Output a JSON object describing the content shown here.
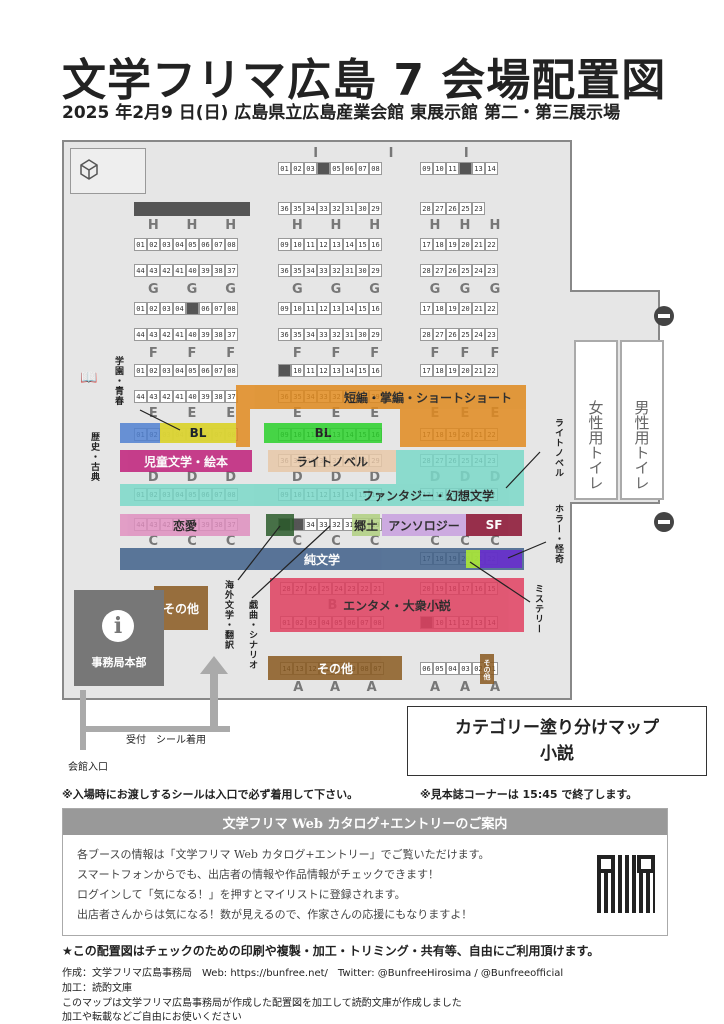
{
  "header": {
    "title": "文学フリマ広島 7 会場配置図",
    "subtitle": "2025 年2月9 日(日) 広島県立広島産業会館 東展示館 第二・第三展示場"
  },
  "map": {
    "rows": [
      {
        "letters": [
          "I",
          "I",
          "I"
        ],
        "top_nums": [
          [
            "01",
            "02",
            "03",
            "",
            "05",
            "06",
            "07",
            "08"
          ],
          [
            "09",
            "10",
            "11",
            "",
            "13",
            "14"
          ]
        ]
      },
      {
        "letters": [
          "H",
          "H",
          "H"
        ]
      },
      {
        "letters": [
          "G",
          "G",
          "G"
        ]
      },
      {
        "letters": [
          "F",
          "F",
          "F"
        ]
      },
      {
        "letters": [
          "E",
          "E",
          "E"
        ]
      },
      {
        "letters": [
          "D",
          "D",
          "D"
        ]
      },
      {
        "letters": [
          "C",
          "C",
          "C"
        ]
      },
      {
        "letters": [
          "B",
          "B"
        ]
      },
      {
        "letters": [
          "A",
          "A",
          "A"
        ]
      }
    ],
    "categories": {
      "short": "短編・掌編・ショートショート",
      "bl1": "BL",
      "bl2": "BL",
      "kids": "児童文学・絵本",
      "lightnovel": "ライトノベル",
      "fantasy": "ファンタジー・幻想文学",
      "romance": "恋愛",
      "local": "郷土",
      "anthology": "アンソロジー",
      "sf": "SF",
      "literary": "純文学",
      "entame": "エンタメ・大衆小説",
      "other1": "その他",
      "other2": "その他",
      "other3": "その他"
    },
    "side_labels": {
      "school": "学園・青春",
      "history": "歴史・古典",
      "foreign": "海外文学・翻訳",
      "drama": "戯曲・シナリオ",
      "lightnovel_side": "ライトノベル",
      "horror": "ホラー・怪奇",
      "mystery": "ミステリー"
    },
    "info_label": "事務局本部",
    "info_icon": "i",
    "reception": "受付　シール着用",
    "entrance": "会館入口",
    "toilet_female": "女性用トイレ",
    "toilet_male": "男性用トイレ",
    "icons": {
      "package": "package-icon",
      "book": "book-icon",
      "stop": "no-entry-icon",
      "arrow": "up-arrow-icon"
    }
  },
  "legend": {
    "line1": "カテゴリー塗り分けマップ",
    "line2": "小説"
  },
  "notes": {
    "entry": "※入場時にお渡しするシールは入口で必ず着用して下さい。",
    "sample": "※見本誌コーナーは 15:45 で終了します。"
  },
  "web": {
    "heading": "文学フリマ Web カタログ+エントリーのご案内",
    "lines": [
      "各ブースの情報は「文学フリマ Web カタログ+エントリー」でご覧いただけます。",
      "スマートフォンからでも、出店者の情報や作品情報がチェックできます！",
      "ログインして「気になる！」を押すとマイリストに登録されます。",
      "出店者さんからは気になる！数が見えるので、作家さんの応援にもなりますよ！"
    ]
  },
  "footer": {
    "free": "★この配置図はチェックのための印刷や複製・加工・トリミング・共有等、自由にご利用頂けます。",
    "credit": "作成：文学フリマ広島事務局　Web: https://bunfree.net/　Twitter: @BunfreeHirosima / @Bunfreeofficial",
    "edit": "加工：読酌文庫",
    "map_note": "このマップは文学フリマ広島事務局が作成した配置図を加工して読酌文庫が作成しました",
    "reuse": "加工や転載などご自由にお使いください"
  },
  "colors": {
    "short": "#e08a1e",
    "bl": "#2bd12b",
    "blyellow": "#f0e020",
    "kids": "#c0207a",
    "lightnovel": "#e8c8a8",
    "fantasy": "#7ad8c8",
    "romance": "#e090c0",
    "local": "#b0d080",
    "anthology": "#c8a0e0",
    "sf": "#8a1030",
    "literary": "#40608a",
    "entame": "#e04060",
    "other": "#8a5a20",
    "horror": "#6a2ad0",
    "mystery": "#b0f030",
    "history": "#5080d0"
  }
}
